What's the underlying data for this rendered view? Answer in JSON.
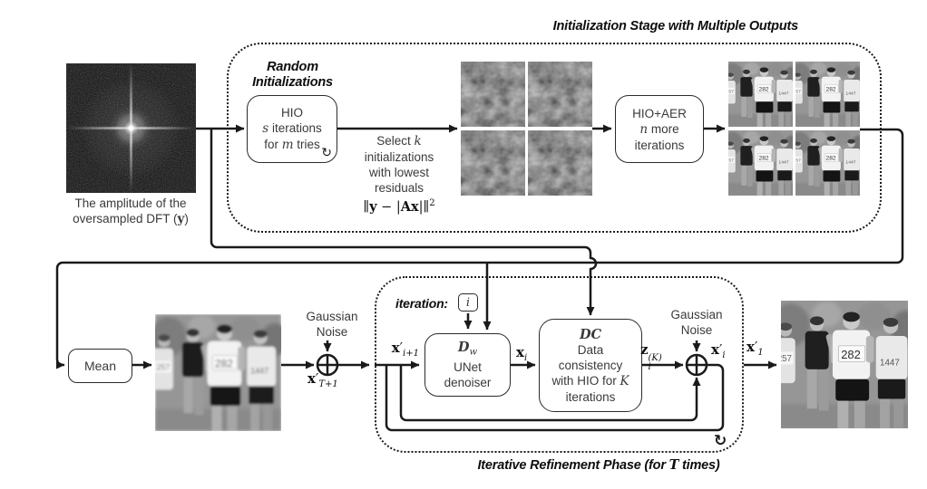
{
  "figure": {
    "dft": {
      "caption_line1": "The amplitude of the",
      "caption_line2_pre": "oversampled DFT (",
      "caption_line2_var": "y",
      "caption_line2_post": ")"
    },
    "stage1": {
      "title": "Initialization Stage with Multiple Outputs",
      "random_label_line1": "Random",
      "random_label_line2": "Initializations",
      "hio_box": {
        "line1": "HIO",
        "line2_var": "s",
        "line2_rest": " iterations",
        "line3_pre": "for ",
        "line3_var": "m",
        "line3_post": " tries",
        "loop_icon": "↻"
      },
      "select_text": {
        "line1_pre": "Select ",
        "line1_var": "k",
        "line2": "initializations",
        "line3": "with lowest",
        "line4": "residuals",
        "formula": {
          "open": "∥",
          "y": "y",
          "mid": " − |",
          "ax": "Ax",
          "close": "|∥",
          "sup": "2"
        }
      },
      "hioaer_box": {
        "line1": "HIO+AER",
        "line2_var": "n",
        "line2_rest": " more",
        "line3": "iterations"
      }
    },
    "stage2": {
      "title_pre": "Iterative Refinement Phase (for ",
      "title_var": "T",
      "title_post": " times)",
      "mean_box": "Mean",
      "gaussian_noise_1": {
        "line1": "Gaussian",
        "line2": "Noise"
      },
      "gaussian_noise_2": {
        "line1": "Gaussian",
        "line2": "Noise"
      },
      "iteration_label": "iteration:",
      "iteration_var": "i",
      "denoiser_box": {
        "script": "D",
        "script_sub": "w",
        "line2": "UNet",
        "line3": "denoiser"
      },
      "dc_box": {
        "script": "DC",
        "line2": "Data",
        "line3": "consistency",
        "line4_pre": "with HIO for ",
        "line4_var": "K",
        "line5": "iterations"
      },
      "loop_icon": "↻",
      "labels": {
        "x_T_plus_1": {
          "base": "x",
          "prime": "′",
          "sub": "T+1"
        },
        "x_i_plus_1": {
          "base": "x",
          "prime": "′",
          "sub": "i+1"
        },
        "x_i": {
          "base": "x",
          "sub": "i"
        },
        "z_i_K": {
          "base": "z",
          "sub": "i",
          "sup": "(K)"
        },
        "x_i_prime": {
          "base": "x",
          "prime": "′",
          "sub": "i"
        },
        "x_1": {
          "base": "x",
          "prime": "′",
          "sub": "1"
        }
      }
    },
    "images": {
      "bib_numbers": [
        "257",
        "282",
        "1447"
      ]
    }
  }
}
